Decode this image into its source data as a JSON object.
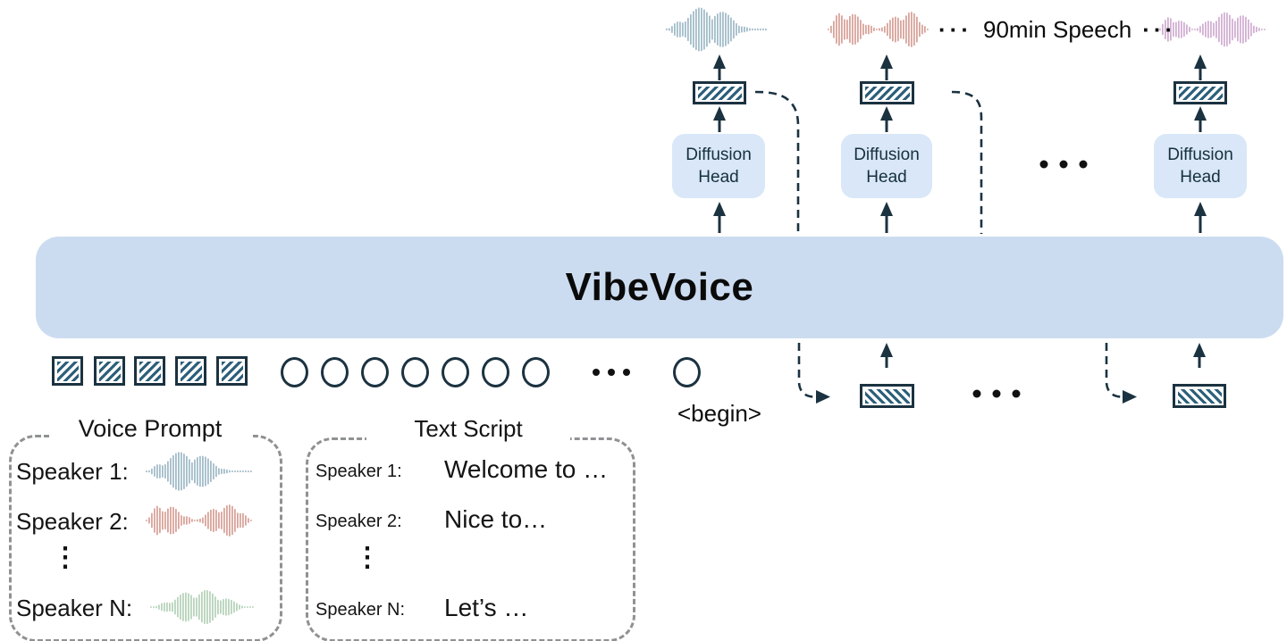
{
  "output": {
    "ellipsis_left": "···",
    "label": "90min Speech",
    "ellipsis_right": "···"
  },
  "banner": {
    "label": "VibeVoice"
  },
  "diffusion_head": {
    "label": "Diffusion\nHead"
  },
  "tokens": {
    "begin_label": "<begin>"
  },
  "voice_prompt": {
    "title": "Voice Prompt",
    "rows": [
      {
        "label": "Speaker 1:",
        "wave": "steel"
      },
      {
        "label": "Speaker 2:",
        "wave": "salmon"
      },
      {
        "label": "⋮"
      },
      {
        "label": "Speaker N:",
        "wave": "green"
      }
    ]
  },
  "text_script": {
    "title": "Text Script",
    "rows": [
      {
        "label": "Speaker 1:",
        "text": "Welcome to …"
      },
      {
        "label": "Speaker 2:",
        "text": "Nice to…"
      },
      {
        "label": "⋮",
        "text": ""
      },
      {
        "label": "Speaker N:",
        "text": "Let’s …"
      }
    ]
  },
  "colors": {
    "banner_fill": "#ccdcf0",
    "head_fill": "#d9e7f8",
    "ink": "#1b3240",
    "hatch_stripe": "#2d5f7a",
    "dashed_gray": "#8f9193",
    "wave_steel": "#a3bcc9",
    "wave_salmon": "#d8a49b",
    "wave_purple": "#d2b0d3",
    "wave_green": "#b7d3bb",
    "dot_black": "#111111"
  }
}
